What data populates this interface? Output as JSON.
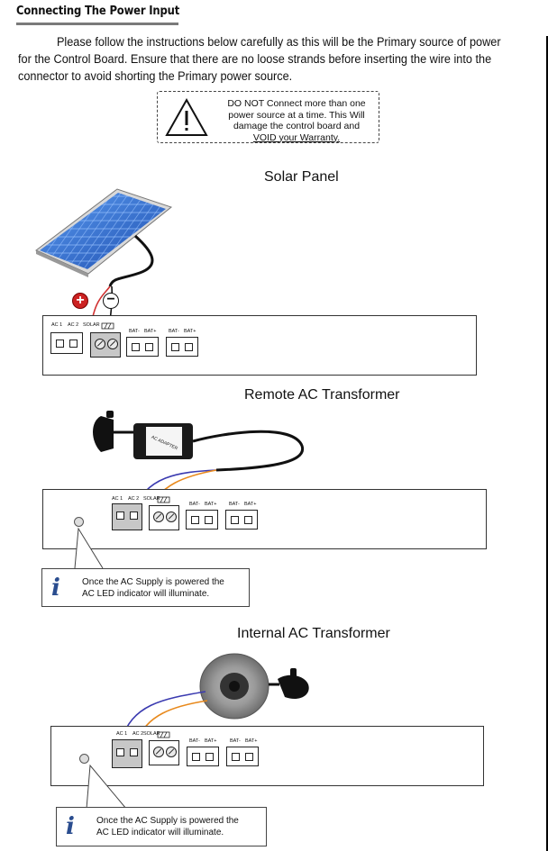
{
  "heading": "Connecting The Power Input",
  "intro": "Please follow the instructions below carefully as this will be the Primary source of power for the Control Board. Ensure that there are no loose strands before inserting the wire into the connector to avoid shorting the Primary power source.",
  "warning": {
    "line1": "DO NOT Connect more than one",
    "line2": "power source at a time. This Will",
    "line3": "damage the control board and",
    "line4": "VOID your Warranty."
  },
  "sections": {
    "solar": {
      "title": "Solar Panel",
      "plus": "+",
      "minus": "−"
    },
    "remote": {
      "title": "Remote AC Transformer",
      "device_label": "AC ADAPTER"
    },
    "internal": {
      "title": "Internal AC Transformer"
    }
  },
  "board_labels": {
    "ac1": "AC 1",
    "ac2": "AC 2",
    "solar": "SOLAR",
    "bat_minus": "BAT-",
    "bat_plus": "BAT+"
  },
  "callout": {
    "line1": "Once the AC Supply is powered the",
    "line2": "AC LED indicator will illuminate."
  },
  "colors": {
    "positive_wire": "#d03030",
    "negative_wire": "#111111",
    "ac_wire_1": "#3a3ab0",
    "ac_wire_2": "#e8891c",
    "panel_blue": "#2f6fd6",
    "info_icon": "#2a4d8f"
  }
}
